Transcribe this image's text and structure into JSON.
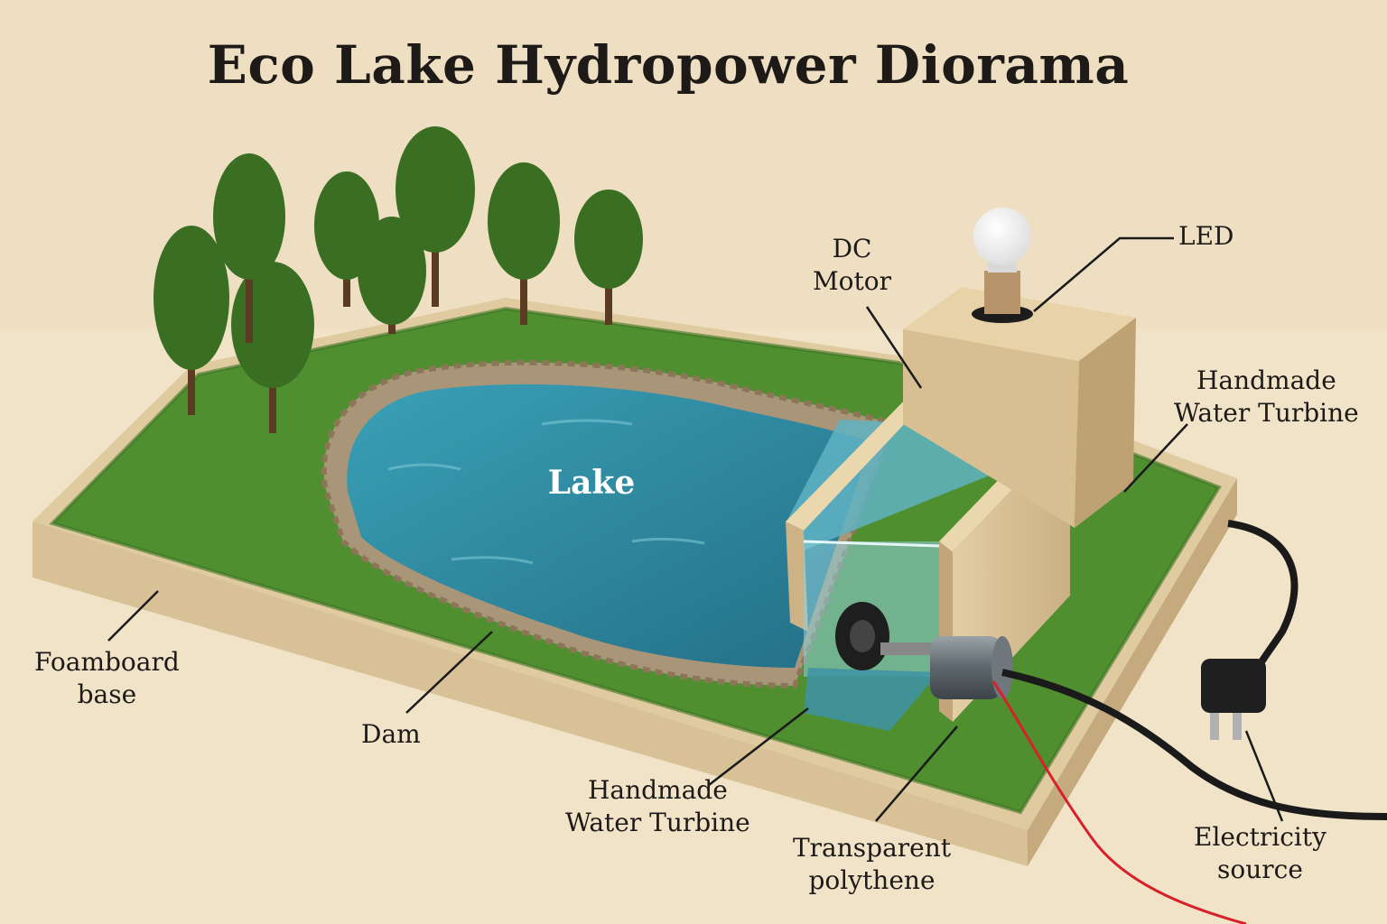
{
  "title": "Eco Lake Hydropower Diorama",
  "lake_label": "Lake",
  "labels": {
    "dc_motor": [
      "DC",
      "Motor"
    ],
    "led": "LED",
    "turbine_right": [
      "Handmade",
      "Water Turbine"
    ],
    "foamboard": [
      "Foamboard",
      "base"
    ],
    "dam": "Dam",
    "turbine_bottom": [
      "Handmade",
      "Water Turbine"
    ],
    "polythene": [
      "Transparent",
      "polythene"
    ],
    "electricity": [
      "Electricity",
      "source"
    ]
  },
  "colors": {
    "background": "#f0e3c8",
    "grass": "#4f8f2f",
    "water": "#2f8fa3",
    "foamboard": "#d4bc8e",
    "cable_black": "#1a1a1a",
    "wire_red": "#d8202a"
  },
  "icons": [
    "tree-icon",
    "led-bulb-icon",
    "plug-icon",
    "motor-icon",
    "turbine-icon"
  ]
}
